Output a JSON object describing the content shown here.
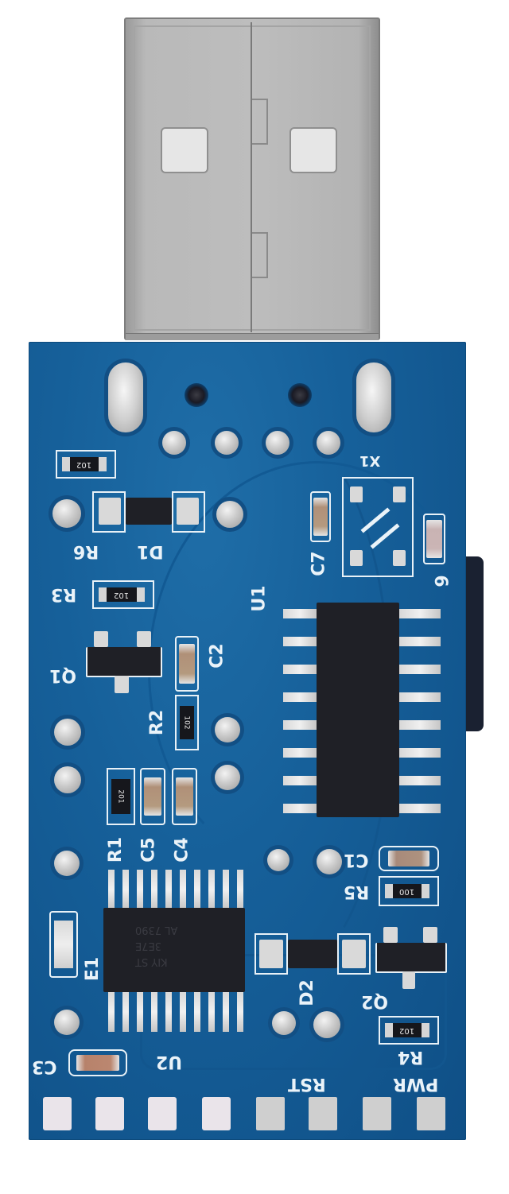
{
  "image": {
    "subject": "USB to serial converter PCB module",
    "background_color": "#ffffff",
    "pcb_color": "#16609a",
    "silkscreen_color": "#eaf3f9"
  },
  "usb_connector": {
    "type": "USB Type-A plug",
    "color": "#bdbdbd"
  },
  "silkscreen_labels": {
    "x1": "X1",
    "r6": "R6",
    "d1": "D1",
    "c7": "C7",
    "pin9": "9",
    "r3": "R3",
    "u1": "U1",
    "q1": "Q1",
    "c2": "C2",
    "r2": "R2",
    "r1": "R1",
    "c5": "C5",
    "c4": "C4",
    "c1": "C1",
    "r5": "R5",
    "e1": "E1",
    "d2": "D2",
    "q2": "Q2",
    "r4": "R4",
    "c3": "C3",
    "u2": "U2",
    "rst": "RST",
    "pwr": "PWR"
  },
  "resistor_markings": {
    "r6": "102",
    "r3": "102",
    "r2": "102",
    "r1": "201",
    "r5": "100",
    "r4": "102"
  },
  "chips": {
    "u1": {
      "package": "SOP-16",
      "pins_per_side": 8
    },
    "u2": {
      "package": "TSSOP-20",
      "pins_per_side": 10,
      "marking_lines": [
        "AL 7390",
        "3E7E",
        "KIY ST"
      ]
    }
  },
  "header_pads": {
    "count": 8,
    "labels_visible": [
      "RST",
      "PWR"
    ]
  }
}
